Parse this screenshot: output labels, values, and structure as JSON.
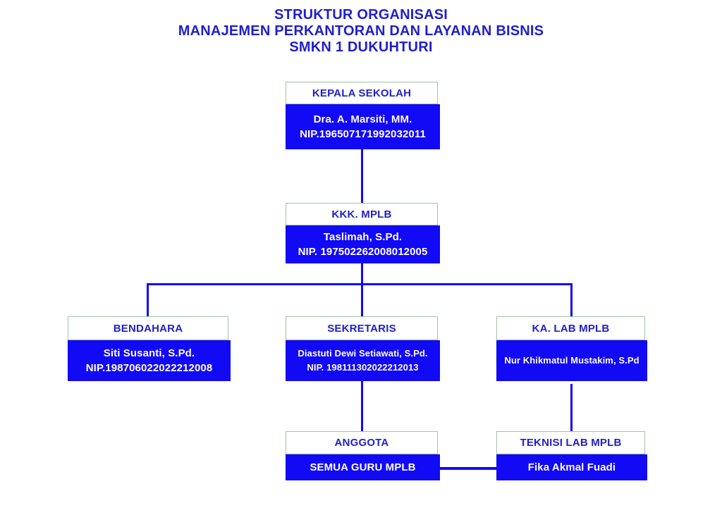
{
  "title": {
    "lines": [
      "STRUKTUR ORGANISASI",
      "MANAJEMEN PERKANTORAN DAN LAYANAN BISNIS",
      "SMKN 1 DUKUHTURI"
    ]
  },
  "colors": {
    "box_fill": "#1209f5",
    "box_text": "#ffffff",
    "header_text": "#1f1fcc",
    "header_border": "#9fc3a5",
    "title_text": "#1f1fcc",
    "connector": "#1209f5",
    "background": "#ffffff"
  },
  "nodes": {
    "kepala_sekolah": {
      "header": "KEPALA SEKOLAH",
      "name": "Dra. A. Marsiti, MM.",
      "nip": "NIP.196507171992032011"
    },
    "kkk_mplb": {
      "header": "KKK. MPLB",
      "name": "Taslimah, S.Pd.",
      "nip": "NIP. 197502262008012005"
    },
    "bendahara": {
      "header": "BENDAHARA",
      "name": "Siti Susanti, S.Pd.",
      "nip": "NIP.198706022022212008"
    },
    "sekretaris": {
      "header": "SEKRETARIS",
      "name": "Diastuti Dewi Setiawati, S.Pd.",
      "nip": "NIP. 198111302022212013"
    },
    "ka_lab_mplb": {
      "header": "KA. LAB MPLB",
      "name": "Nur Khikmatul Mustakim, S.Pd",
      "nip": ""
    },
    "anggota": {
      "header": "ANGGOTA",
      "name": "SEMUA GURU MPLB",
      "nip": ""
    },
    "teknisi_lab_mplb": {
      "header": "TEKNISI LAB MPLB",
      "name": "Fika Akmal Fuadi",
      "nip": ""
    }
  }
}
